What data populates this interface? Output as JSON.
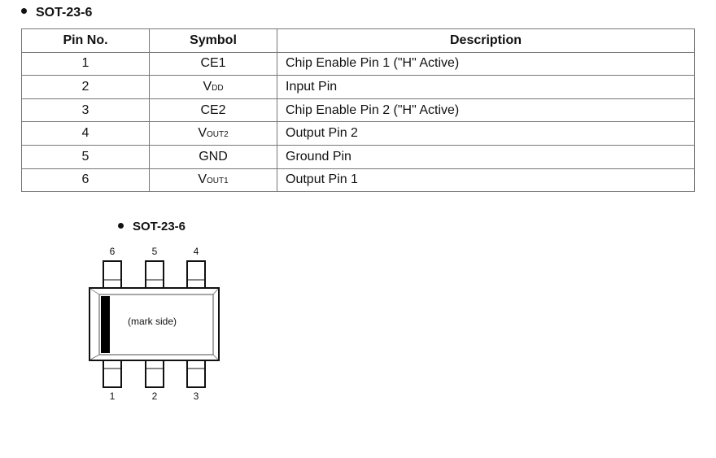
{
  "section_title": "SOT-23-6",
  "table": {
    "headers": [
      "Pin No.",
      "Symbol",
      "Description"
    ],
    "rows": [
      {
        "pin": "1",
        "symbol": "CE1",
        "symbol_sub": "",
        "description": "Chip Enable Pin 1 (\"H\" Active)"
      },
      {
        "pin": "2",
        "symbol": "V",
        "symbol_sub": "DD",
        "description": "Input Pin"
      },
      {
        "pin": "3",
        "symbol": "CE2",
        "symbol_sub": "",
        "description": "Chip Enable Pin 2 (\"H\" Active)"
      },
      {
        "pin": "4",
        "symbol": "V",
        "symbol_sub": "OUT2",
        "description": "Output Pin 2"
      },
      {
        "pin": "5",
        "symbol": "GND",
        "symbol_sub": "",
        "description": "Ground Pin"
      },
      {
        "pin": "6",
        "symbol": "V",
        "symbol_sub": "OUT1",
        "description": "Output Pin 1"
      }
    ]
  },
  "diagram": {
    "title": "SOT-23-6",
    "top_pins": [
      "6",
      "5",
      "4"
    ],
    "bottom_pins": [
      "1",
      "2",
      "3"
    ],
    "mark_label": "(mark side)"
  }
}
